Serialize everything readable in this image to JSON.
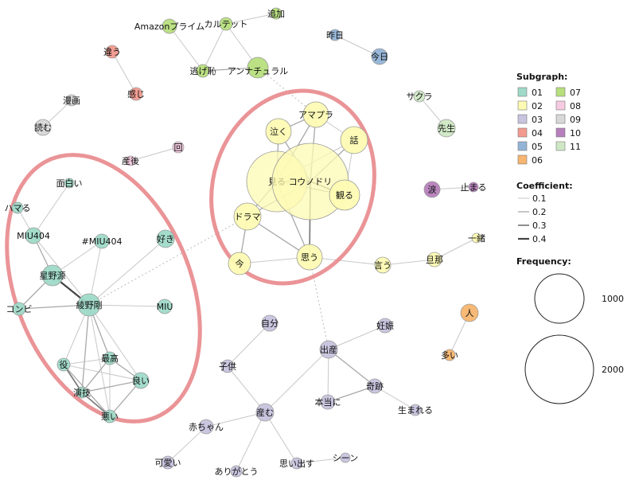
{
  "legend": {
    "subgraph_title": "Subgraph:",
    "subgraphs": [
      {
        "id": "01",
        "color": "#9fdac8"
      },
      {
        "id": "02",
        "color": "#fdfbb3"
      },
      {
        "id": "03",
        "color": "#c8c3de"
      },
      {
        "id": "04",
        "color": "#f39a8e"
      },
      {
        "id": "05",
        "color": "#94b4d7"
      },
      {
        "id": "06",
        "color": "#f7b56f"
      },
      {
        "id": "07",
        "color": "#b7df7d"
      },
      {
        "id": "08",
        "color": "#f6cae0"
      },
      {
        "id": "09",
        "color": "#d8d8d8"
      },
      {
        "id": "10",
        "color": "#b77fbc"
      },
      {
        "id": "11",
        "color": "#cfe8c4"
      }
    ],
    "coefficient_title": "Coefficient:",
    "coefficients": [
      "0.1",
      "0.2",
      "0.3",
      "0.4"
    ],
    "frequency_title": "Frequency:",
    "frequencies": [
      "1000",
      "2000"
    ]
  },
  "nodes": [
    {
      "id": "amazon",
      "label": "Amazonプライム",
      "group": "07"
    },
    {
      "id": "karutetto",
      "label": "カルテット",
      "group": "07"
    },
    {
      "id": "tsuika",
      "label": "追加",
      "group": "07"
    },
    {
      "id": "nigehaji",
      "label": "逃げ恥",
      "group": "07"
    },
    {
      "id": "annachu",
      "label": "アンナチュラル",
      "group": "07"
    },
    {
      "id": "sakuya",
      "label": "昨日",
      "group": "05"
    },
    {
      "id": "kyou",
      "label": "今日",
      "group": "05"
    },
    {
      "id": "chigau",
      "label": "違う",
      "group": "04"
    },
    {
      "id": "kanji",
      "label": "感じ",
      "group": "04"
    },
    {
      "id": "manga",
      "label": "漫画",
      "group": "09"
    },
    {
      "id": "yomu",
      "label": "読む",
      "group": "09"
    },
    {
      "id": "sakura",
      "label": "サクラ",
      "group": "11"
    },
    {
      "id": "sensei",
      "label": "先生",
      "group": "11"
    },
    {
      "id": "kai",
      "label": "回",
      "group": "08"
    },
    {
      "id": "sango",
      "label": "産後",
      "group": "08"
    },
    {
      "id": "namida",
      "label": "涙",
      "group": "10"
    },
    {
      "id": "tomaru",
      "label": "止まる",
      "group": "10"
    },
    {
      "id": "issho",
      "label": "一緒",
      "group": "02"
    },
    {
      "id": "danna",
      "label": "旦那",
      "group": "02"
    },
    {
      "id": "iu",
      "label": "言う",
      "group": "02"
    },
    {
      "id": "amapura",
      "label": "アマプラ",
      "group": "02"
    },
    {
      "id": "naku",
      "label": "泣く",
      "group": "02"
    },
    {
      "id": "hanashi",
      "label": "話",
      "group": "02"
    },
    {
      "id": "miru",
      "label": "見る",
      "group": "02"
    },
    {
      "id": "kounodori",
      "label": "コウノドリ",
      "group": "02"
    },
    {
      "id": "miru2",
      "label": "観る",
      "group": "02"
    },
    {
      "id": "dorama",
      "label": "ドラマ",
      "group": "02"
    },
    {
      "id": "ima",
      "label": "今",
      "group": "02"
    },
    {
      "id": "omou",
      "label": "思う",
      "group": "02"
    },
    {
      "id": "omoshiroi",
      "label": "面白い",
      "group": "01"
    },
    {
      "id": "hamaru",
      "label": "ハマる",
      "group": "01"
    },
    {
      "id": "miu404",
      "label": "MIU404",
      "group": "01"
    },
    {
      "id": "hmiu404",
      "label": "#MIU404",
      "group": "01"
    },
    {
      "id": "suki",
      "label": "好き",
      "group": "01"
    },
    {
      "id": "hoshinogen",
      "label": "星野源",
      "group": "01"
    },
    {
      "id": "konbi",
      "label": "コンビ",
      "group": "01"
    },
    {
      "id": "ayanogo",
      "label": "綾野剛",
      "group": "01"
    },
    {
      "id": "miu",
      "label": "MIU",
      "group": "01"
    },
    {
      "id": "yaku",
      "label": "役",
      "group": "01"
    },
    {
      "id": "saikou",
      "label": "最高",
      "group": "01"
    },
    {
      "id": "yoi",
      "label": "良い",
      "group": "01"
    },
    {
      "id": "engi",
      "label": "演技",
      "group": "01"
    },
    {
      "id": "warui",
      "label": "悪い",
      "group": "01"
    },
    {
      "id": "hito",
      "label": "人",
      "group": "06"
    },
    {
      "id": "ooi",
      "label": "多い",
      "group": "06"
    },
    {
      "id": "jibun",
      "label": "自分",
      "group": "03"
    },
    {
      "id": "kodomo",
      "label": "子供",
      "group": "03"
    },
    {
      "id": "ninshin",
      "label": "妊娠",
      "group": "03"
    },
    {
      "id": "shussan",
      "label": "出産",
      "group": "03"
    },
    {
      "id": "kiseki",
      "label": "奇跡",
      "group": "03"
    },
    {
      "id": "hontou",
      "label": "本当に",
      "group": "03"
    },
    {
      "id": "umareru",
      "label": "生まれる",
      "group": "03"
    },
    {
      "id": "umu",
      "label": "産む",
      "group": "03"
    },
    {
      "id": "akachan",
      "label": "赤ちゃん",
      "group": "03"
    },
    {
      "id": "kawaii",
      "label": "可愛い",
      "group": "03"
    },
    {
      "id": "arigatou",
      "label": "ありがとう",
      "group": "03"
    },
    {
      "id": "omoidasu",
      "label": "思い出す",
      "group": "03"
    },
    {
      "id": "shiin",
      "label": "シーン",
      "group": "03"
    }
  ]
}
